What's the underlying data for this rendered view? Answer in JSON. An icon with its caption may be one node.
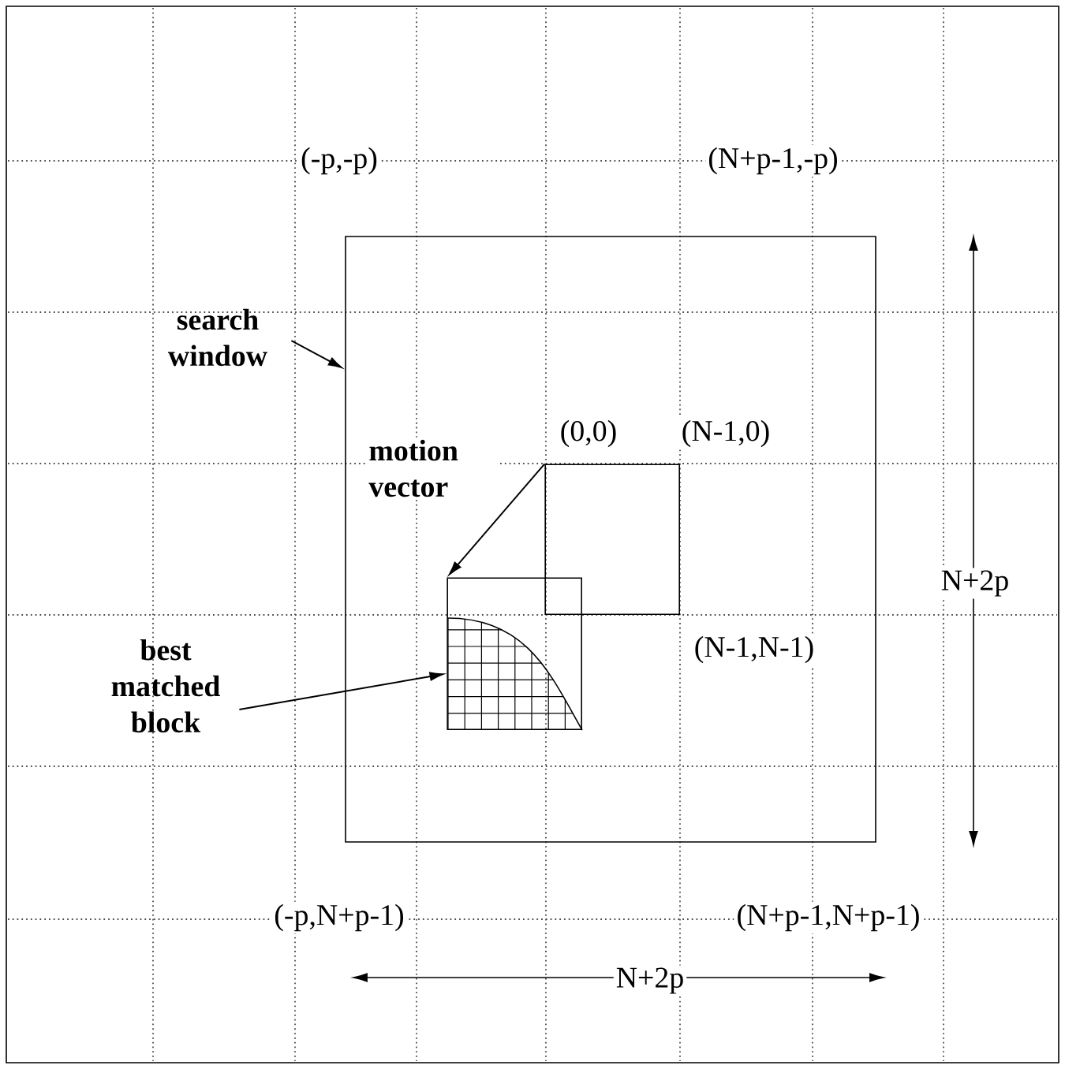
{
  "diagram": {
    "nodes": [
      {
        "text": [],
        "shape": "box"
      },
      {
        "text": [],
        "shape": "box",
        "in": 0
      },
      {
        "text": [],
        "shape": "box",
        "in": 0
      },
      {
        "text": [
          "search window"
        ]
      },
      {
        "text": [
          "best matched block"
        ]
      }
    ],
    "edges": [
      {
        "from": 3,
        "to": 0,
        "arrow": "to"
      },
      {
        "from": 1,
        "to": 2,
        "arrow": "to"
      },
      {
        "from": 4,
        "to": 2,
        "arrow": "to"
      }
    ],
    "labels": [
      "(-p,-p)",
      "(N+p-1,-p)",
      "motion vector",
      "(0,0)",
      "(N-1,0)",
      "N+2p",
      "(N-1,N-1)",
      "(-p,N+p-1)",
      "(N+p-1,N+p-1)",
      "N+2p"
    ]
  }
}
